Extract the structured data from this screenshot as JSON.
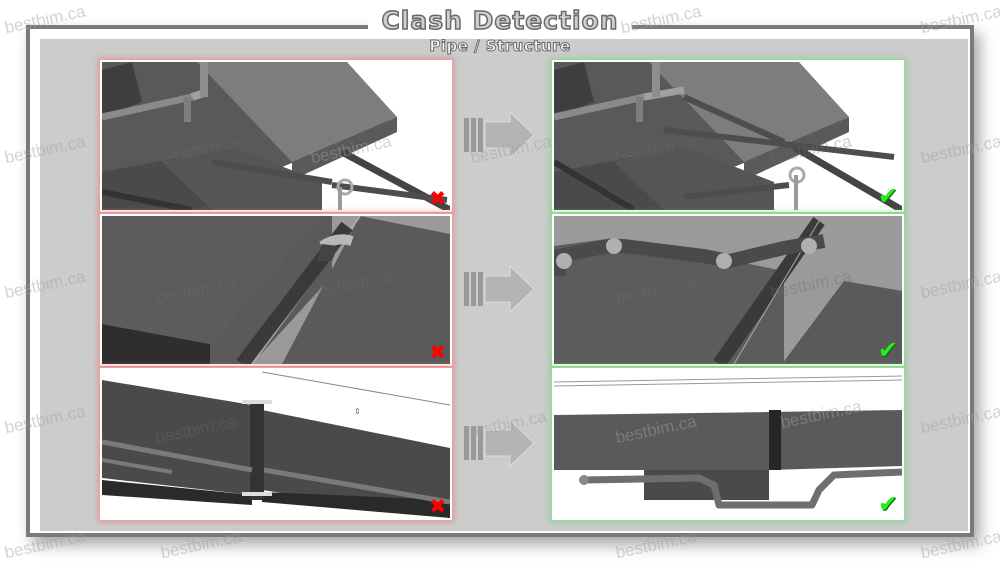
{
  "header": {
    "title": "Clash Detection",
    "subtitle": "Pipe / Structure"
  },
  "watermark": "bestbim.ca",
  "colors": {
    "clash_border": "#e8a0a0",
    "resolved_border": "#98d898",
    "clash_mark": "#ff0000",
    "resolved_mark": "#22ee22",
    "panel_bg": "#cccccc",
    "frame": "#7a7a7a"
  },
  "rows": [
    {
      "before": {
        "status": "clash",
        "mark": "✖",
        "description": "Pipe runs intersecting structural slab and beams"
      },
      "arrow": "right-arrow",
      "after": {
        "status": "resolved",
        "mark": "✔",
        "description": "Pipe rerouted around slab edge"
      }
    },
    {
      "before": {
        "status": "clash",
        "mark": "✖",
        "description": "Pipe passing through concrete beam"
      },
      "arrow": "right-arrow",
      "after": {
        "status": "resolved",
        "mark": "✔",
        "description": "Pipe offset with elbows over beam"
      }
    },
    {
      "before": {
        "status": "clash",
        "mark": "✖",
        "description": "Pipes passing through steel I-beam web"
      },
      "arrow": "right-arrow",
      "after": {
        "status": "resolved",
        "mark": "✔",
        "description": "Pipe dropped below steel beam with offsets"
      }
    }
  ]
}
